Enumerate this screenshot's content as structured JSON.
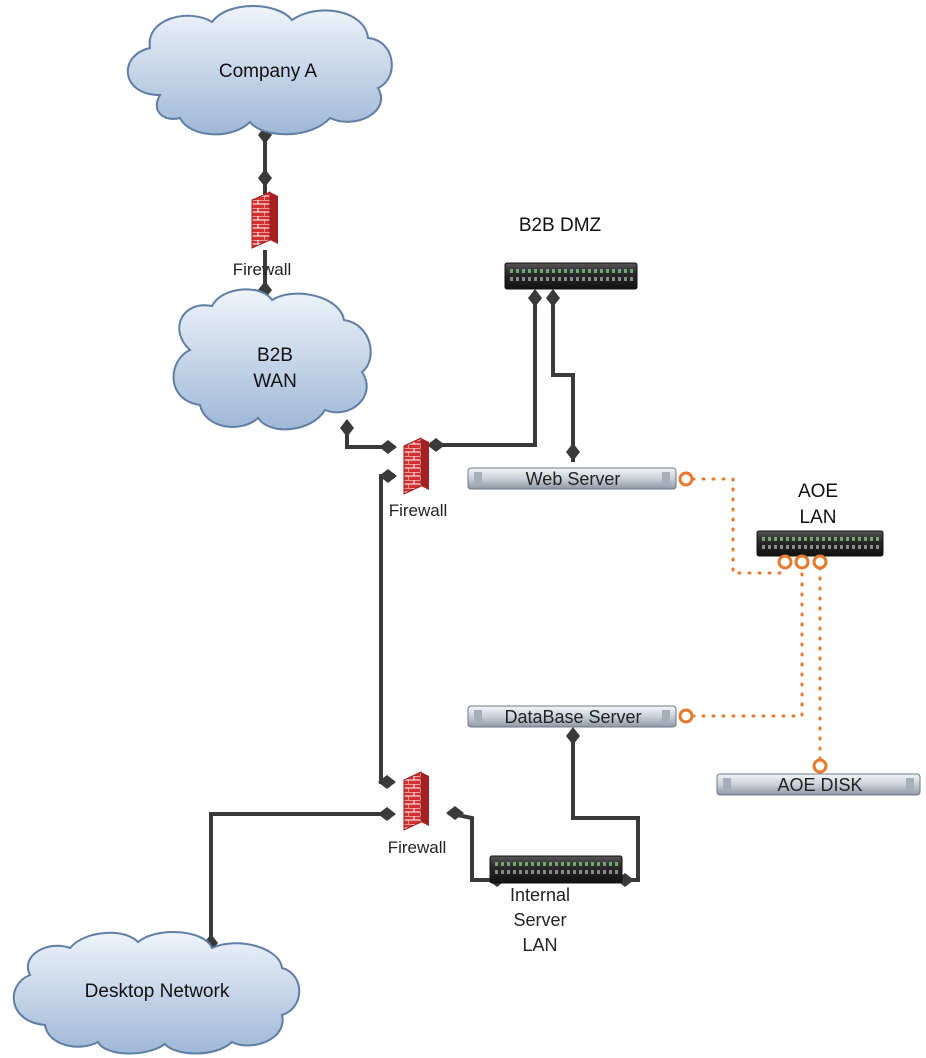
{
  "clouds": {
    "company_a": "Company A",
    "b2b_wan_line1": "B2B",
    "b2b_wan_line2": "WAN",
    "desktop": "Desktop Network"
  },
  "firewalls": {
    "top": "Firewall",
    "middle": "Firewall",
    "bottom": "Firewall"
  },
  "switches": {
    "dmz": "B2B DMZ",
    "aoe_line1": "AOE",
    "aoe_line2": "LAN",
    "internal_line1": "Internal",
    "internal_line2": "Server",
    "internal_line3": "LAN"
  },
  "servers": {
    "web": "Web Server",
    "database": "DataBase Server",
    "aoe_disk": "AOE DISK"
  },
  "colors": {
    "cloud_top": "#eef4fb",
    "cloud_bottom": "#9fb8d6",
    "cloud_stroke": "#5f7ea6",
    "wire": "#3a3a3a",
    "aoe_link": "#e57a2e",
    "firewall": "#cc2a2a",
    "switch_body": "#2a2a2a"
  }
}
